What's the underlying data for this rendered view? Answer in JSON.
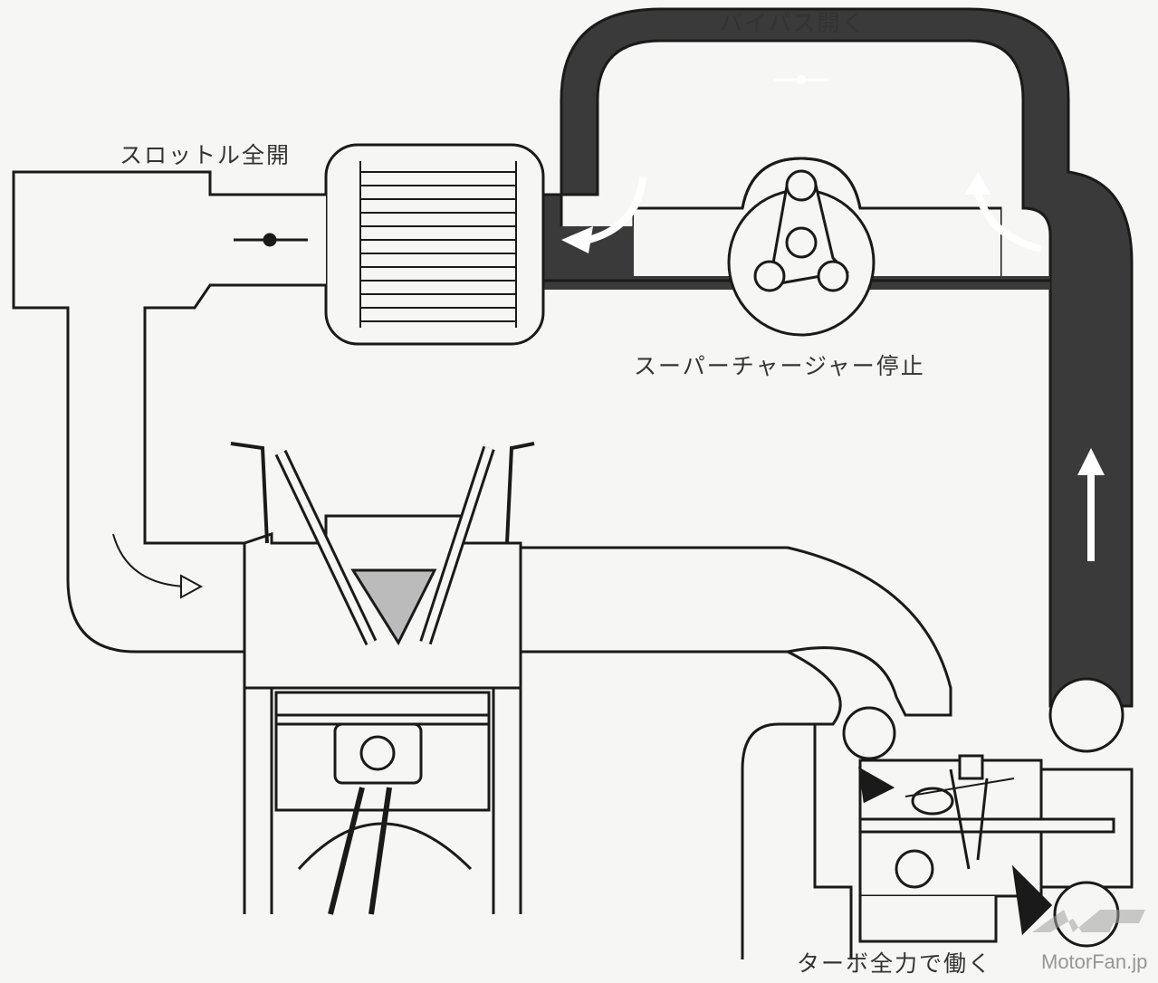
{
  "labels": {
    "bypass": "バイパス開く",
    "throttle": "スロットル全開",
    "supercharger": "スーパーチャージャー停止",
    "turbo": "ターボ全力で働く"
  },
  "watermark": {
    "logo": "MF",
    "text": "MotorFan.jp"
  },
  "colors": {
    "line": "#1a1a1a",
    "dark_flow": "#3a3a3a",
    "paper": "#f6f6f4"
  }
}
